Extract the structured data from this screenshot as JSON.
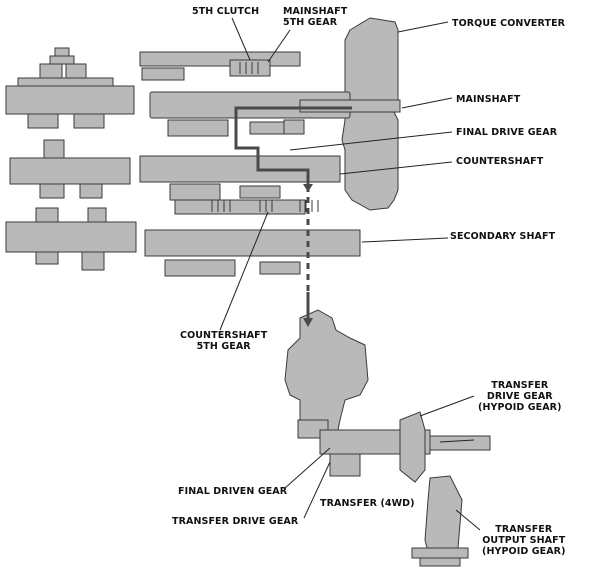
{
  "labels": {
    "fifth_clutch": "5TH CLUTCH",
    "mainshaft_fifth_gear": "MAINSHAFT\n5TH GEAR",
    "torque_converter": "TORQUE CONVERTER",
    "mainshaft": "MAINSHAFT",
    "final_drive_gear": "FINAL DRIVE GEAR",
    "countershaft": "COUNTERSHAFT",
    "secondary_shaft": "SECONDARY SHAFT",
    "countershaft_fifth_gear": "COUNTERSHAFT\n5TH GEAR",
    "transfer_drive_gear_hypoid": "TRANSFER\nDRIVE GEAR\n(HYPOID GEAR)",
    "final_driven_gear": "FINAL DRIVEN GEAR",
    "transfer_4wd": "TRANSFER (4WD)",
    "transfer_drive_gear": "TRANSFER DRIVE GEAR",
    "transfer_output_shaft": "TRANSFER\nOUTPUT SHAFT\n(HYPOID GEAR)"
  },
  "colors": {
    "part_fill": "#b9b9b9",
    "part_stroke": "#3a3a3a",
    "power_flow": "#4a4a4a",
    "leader": "#222222"
  }
}
